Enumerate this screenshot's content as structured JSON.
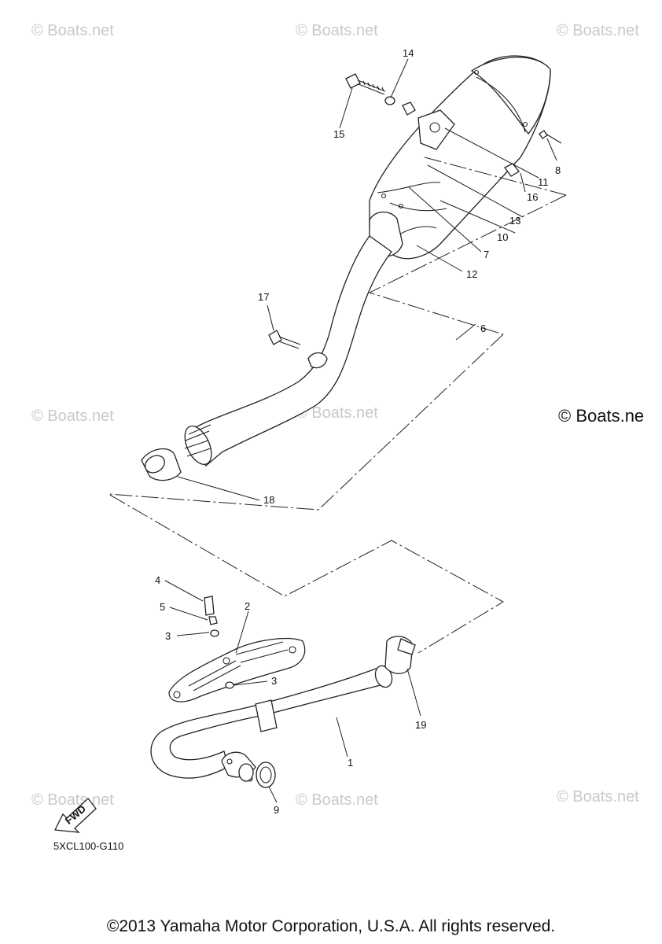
{
  "watermark_text": "© Boats.net",
  "watermark_large_text": "© Boats.ne",
  "callouts": [
    "1",
    "2",
    "3",
    "3",
    "4",
    "5",
    "6",
    "7",
    "8",
    "9",
    "10",
    "11",
    "12",
    "13",
    "14",
    "15",
    "16",
    "17",
    "18",
    "19"
  ],
  "fwd_label": "FWD",
  "drawing_code": "5XCL100-G110",
  "copyright": "©2013 Yamaha Motor Corporation, U.S.A. All rights reserved."
}
